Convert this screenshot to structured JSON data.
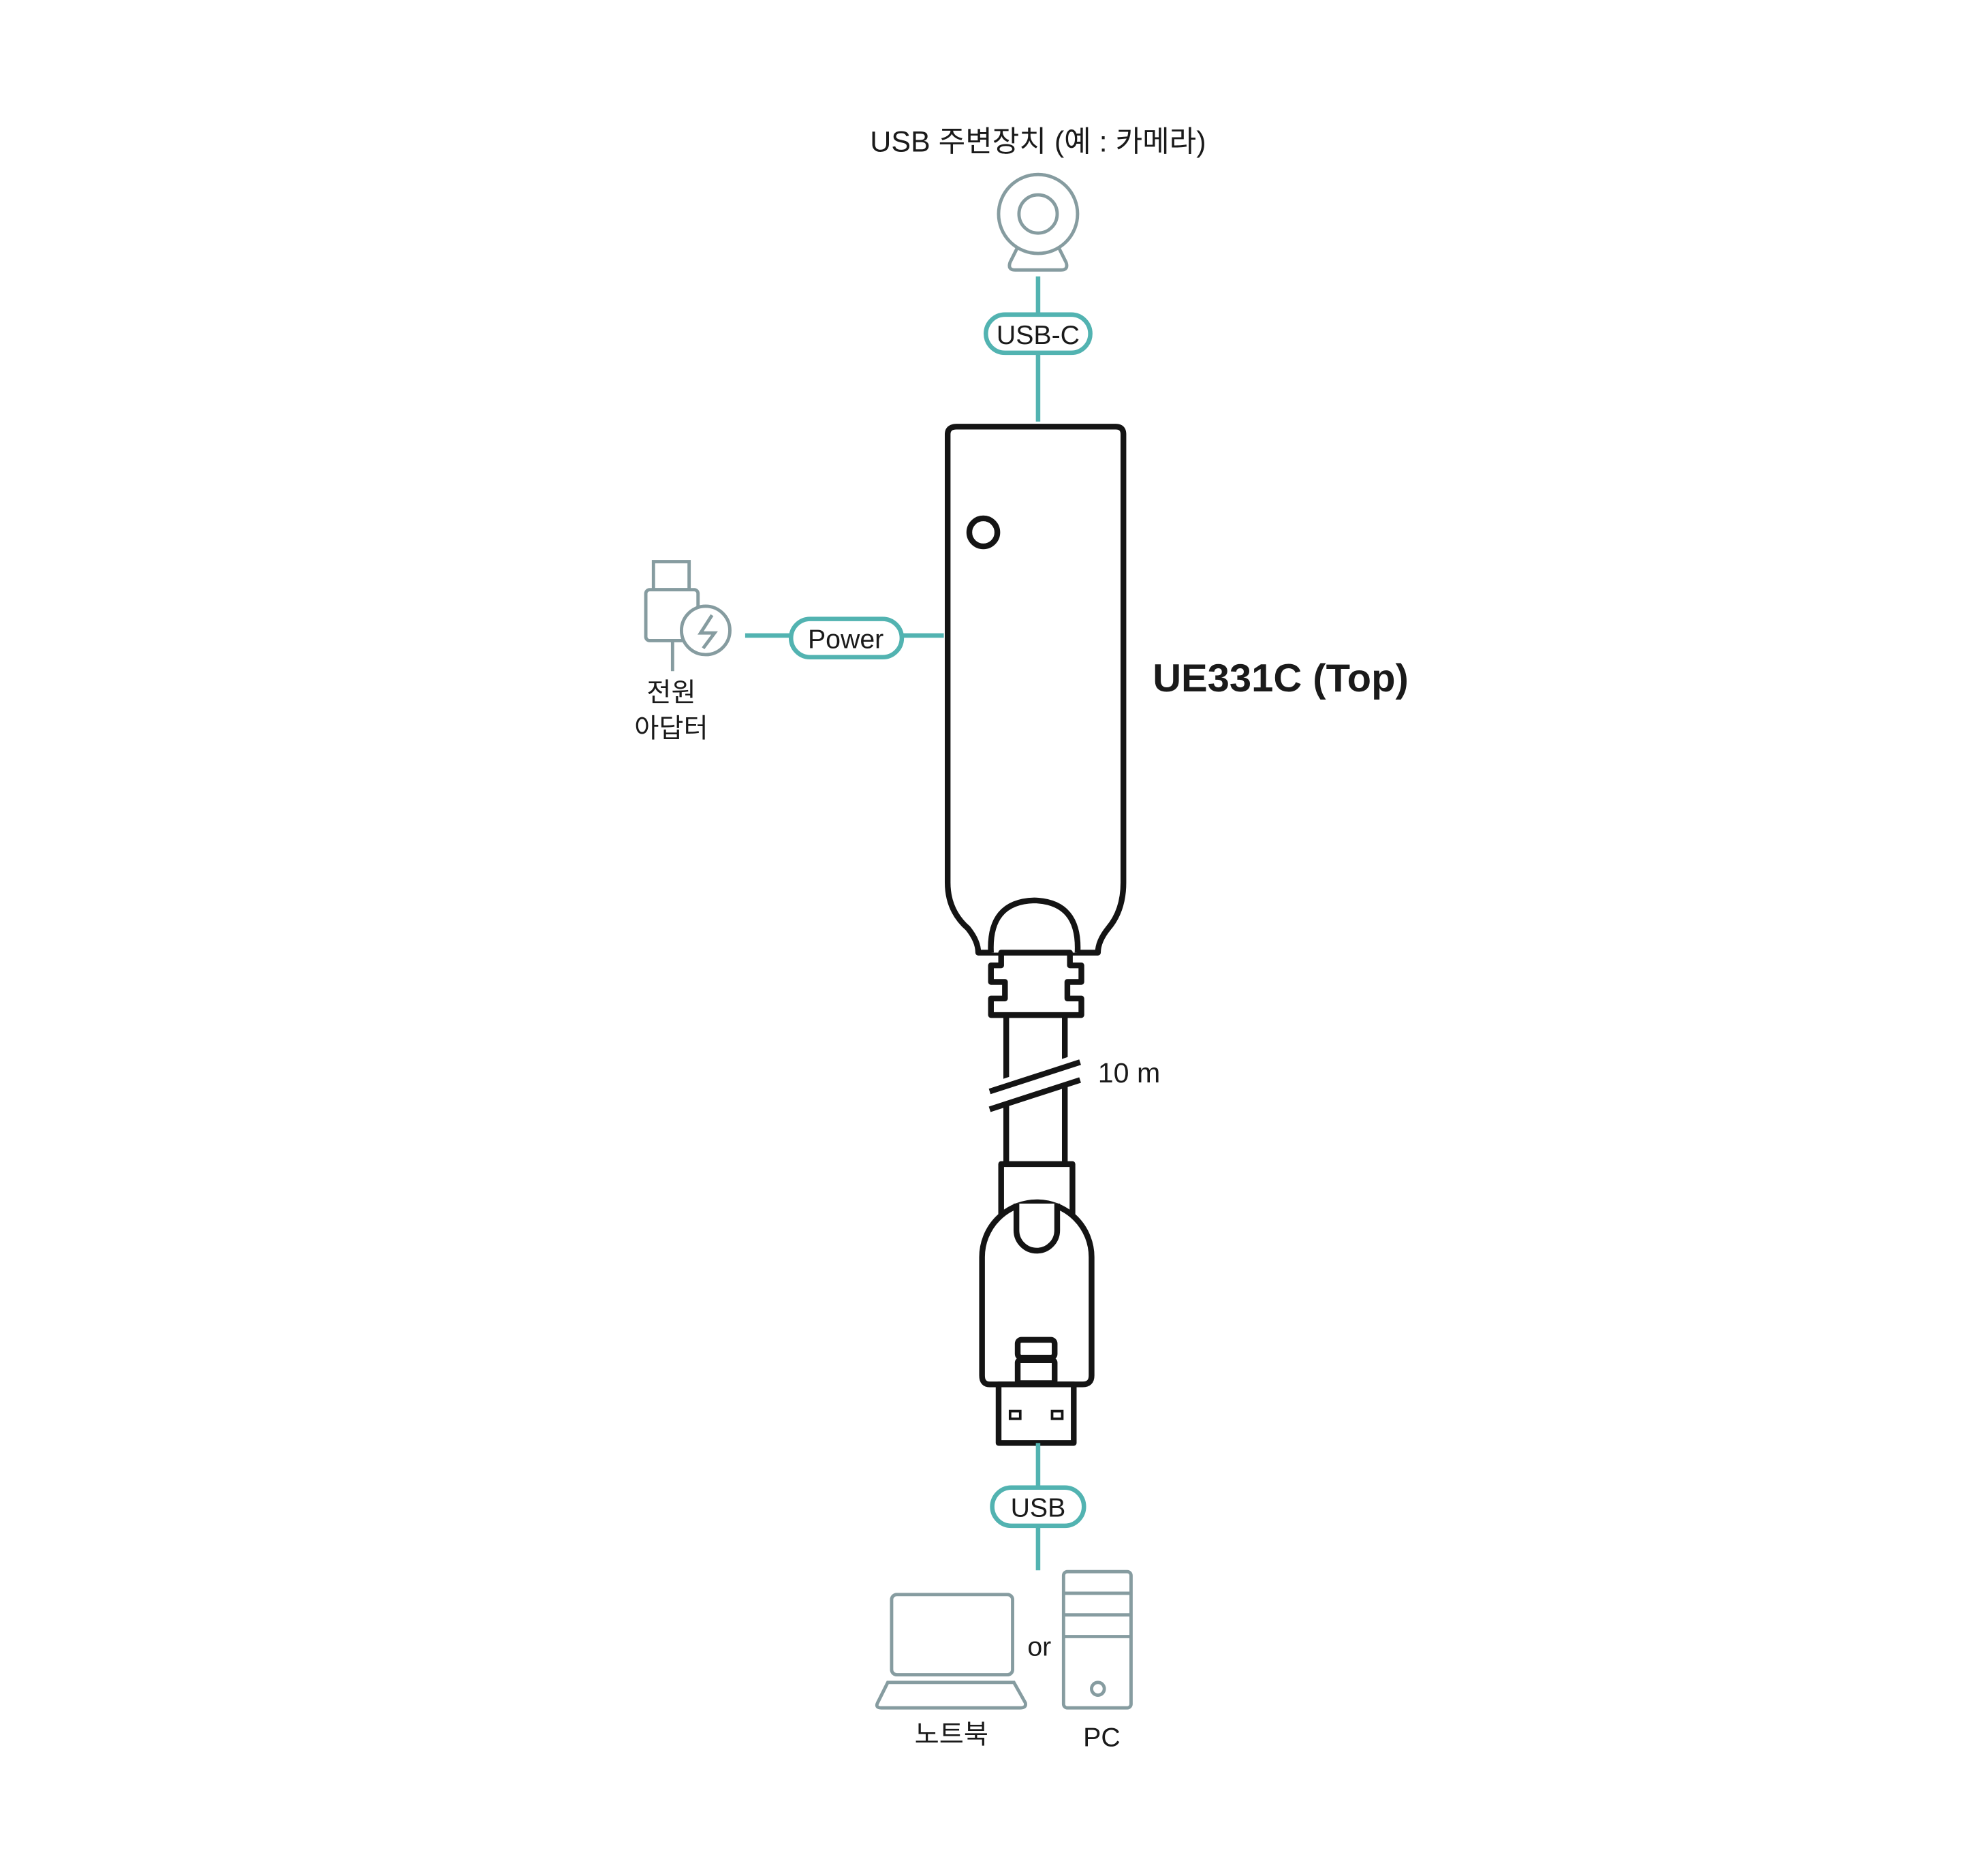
{
  "peripheral": {
    "label": "USB 주변장치 (예 : 카메라)",
    "connector": "USB-C"
  },
  "power": {
    "connector": "Power",
    "adapter_line1": "전원",
    "adapter_line2": "아답터"
  },
  "device": {
    "name": "UE331C (Top)",
    "cable_length": "10 m"
  },
  "host": {
    "connector": "USB",
    "or": "or",
    "laptop": "노트북",
    "pc": "PC"
  },
  "colors": {
    "teal": "#52b3b1",
    "icon_gray": "#869ca0",
    "outline": "#141414"
  }
}
